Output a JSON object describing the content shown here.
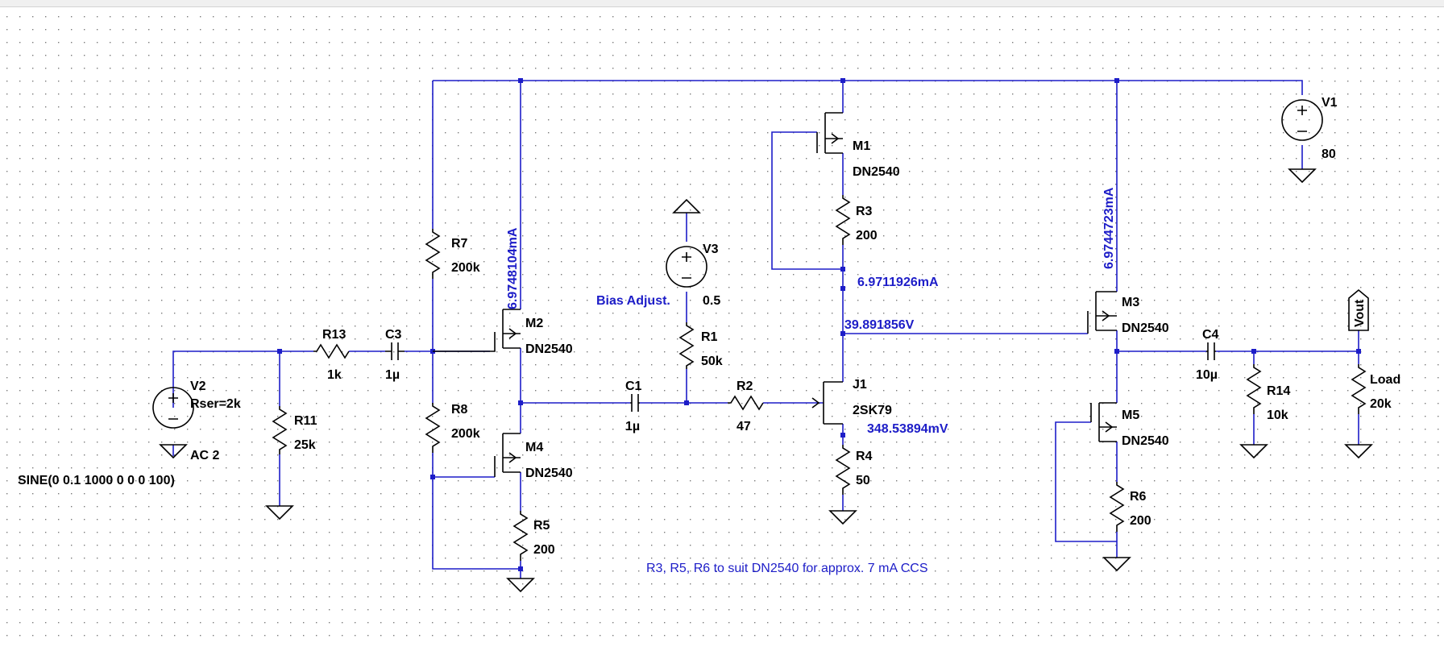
{
  "colors": {
    "wire": "#1d1dc8",
    "component": "#000000",
    "measurement": "#1d1dc8",
    "grid": "#7a7a7a",
    "background": "#ffffff"
  },
  "sources": {
    "V1": {
      "name": "V1",
      "value": "80"
    },
    "V2": {
      "name": "V2",
      "param": "Rser=2k",
      "ac": "AC 2",
      "sine": "SINE(0 0.1 1000 0 0 0 100)"
    },
    "V3": {
      "name": "V3",
      "value": "0.5",
      "label": "Bias Adjust."
    }
  },
  "resistors": {
    "R1": {
      "name": "R1",
      "value": "50k"
    },
    "R2": {
      "name": "R2",
      "value": "47"
    },
    "R3": {
      "name": "R3",
      "value": "200"
    },
    "R4": {
      "name": "R4",
      "value": "50"
    },
    "R5": {
      "name": "R5",
      "value": "200"
    },
    "R6": {
      "name": "R6",
      "value": "200"
    },
    "R7": {
      "name": "R7",
      "value": "200k"
    },
    "R8": {
      "name": "R8",
      "value": "200k"
    },
    "R11": {
      "name": "R11",
      "value": "25k"
    },
    "R13": {
      "name": "R13",
      "value": "1k"
    },
    "R14": {
      "name": "R14",
      "value": "10k"
    },
    "Load": {
      "name": "Load",
      "value": "20k"
    }
  },
  "capacitors": {
    "C1": {
      "name": "C1",
      "value": "1µ"
    },
    "C3": {
      "name": "C3",
      "value": "1µ"
    },
    "C4": {
      "name": "C4",
      "value": "10µ"
    }
  },
  "transistors": {
    "M1": {
      "name": "M1",
      "model": "DN2540"
    },
    "M2": {
      "name": "M2",
      "model": "DN2540"
    },
    "M3": {
      "name": "M3",
      "model": "DN2540"
    },
    "M4": {
      "name": "M4",
      "model": "DN2540"
    },
    "M5": {
      "name": "M5",
      "model": "DN2540"
    },
    "J1": {
      "name": "J1",
      "model": "2SK79"
    }
  },
  "measurements": {
    "m2_current": "6.9748104mA",
    "m3_current": "6.9744723mA",
    "r3_current": "6.9711926mA",
    "drain_voltage": "39.891856V",
    "source_voltage": "348.53894mV"
  },
  "net_labels": {
    "vout": "Vout"
  },
  "note": "R3, R5, R6 to suit DN2540 for approx. 7 mA CCS"
}
